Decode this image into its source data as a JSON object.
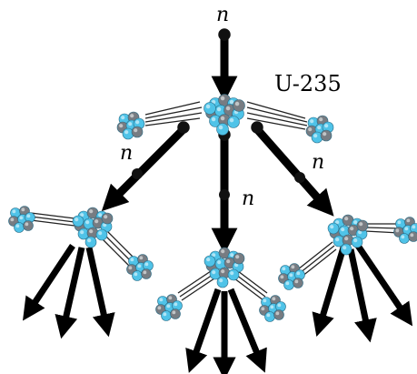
{
  "labels": {
    "neutron_top": "n",
    "isotope": "U-235",
    "neutron_left": "n",
    "neutron_right": "n",
    "neutron_middle": "n"
  },
  "colors": {
    "arrow": "#000000",
    "nucleus_blue": "#4fc3e8",
    "nucleus_gray": "#777c82",
    "neutron": "#111111",
    "fragment_lines": "#222222",
    "background": "#ffffff"
  }
}
